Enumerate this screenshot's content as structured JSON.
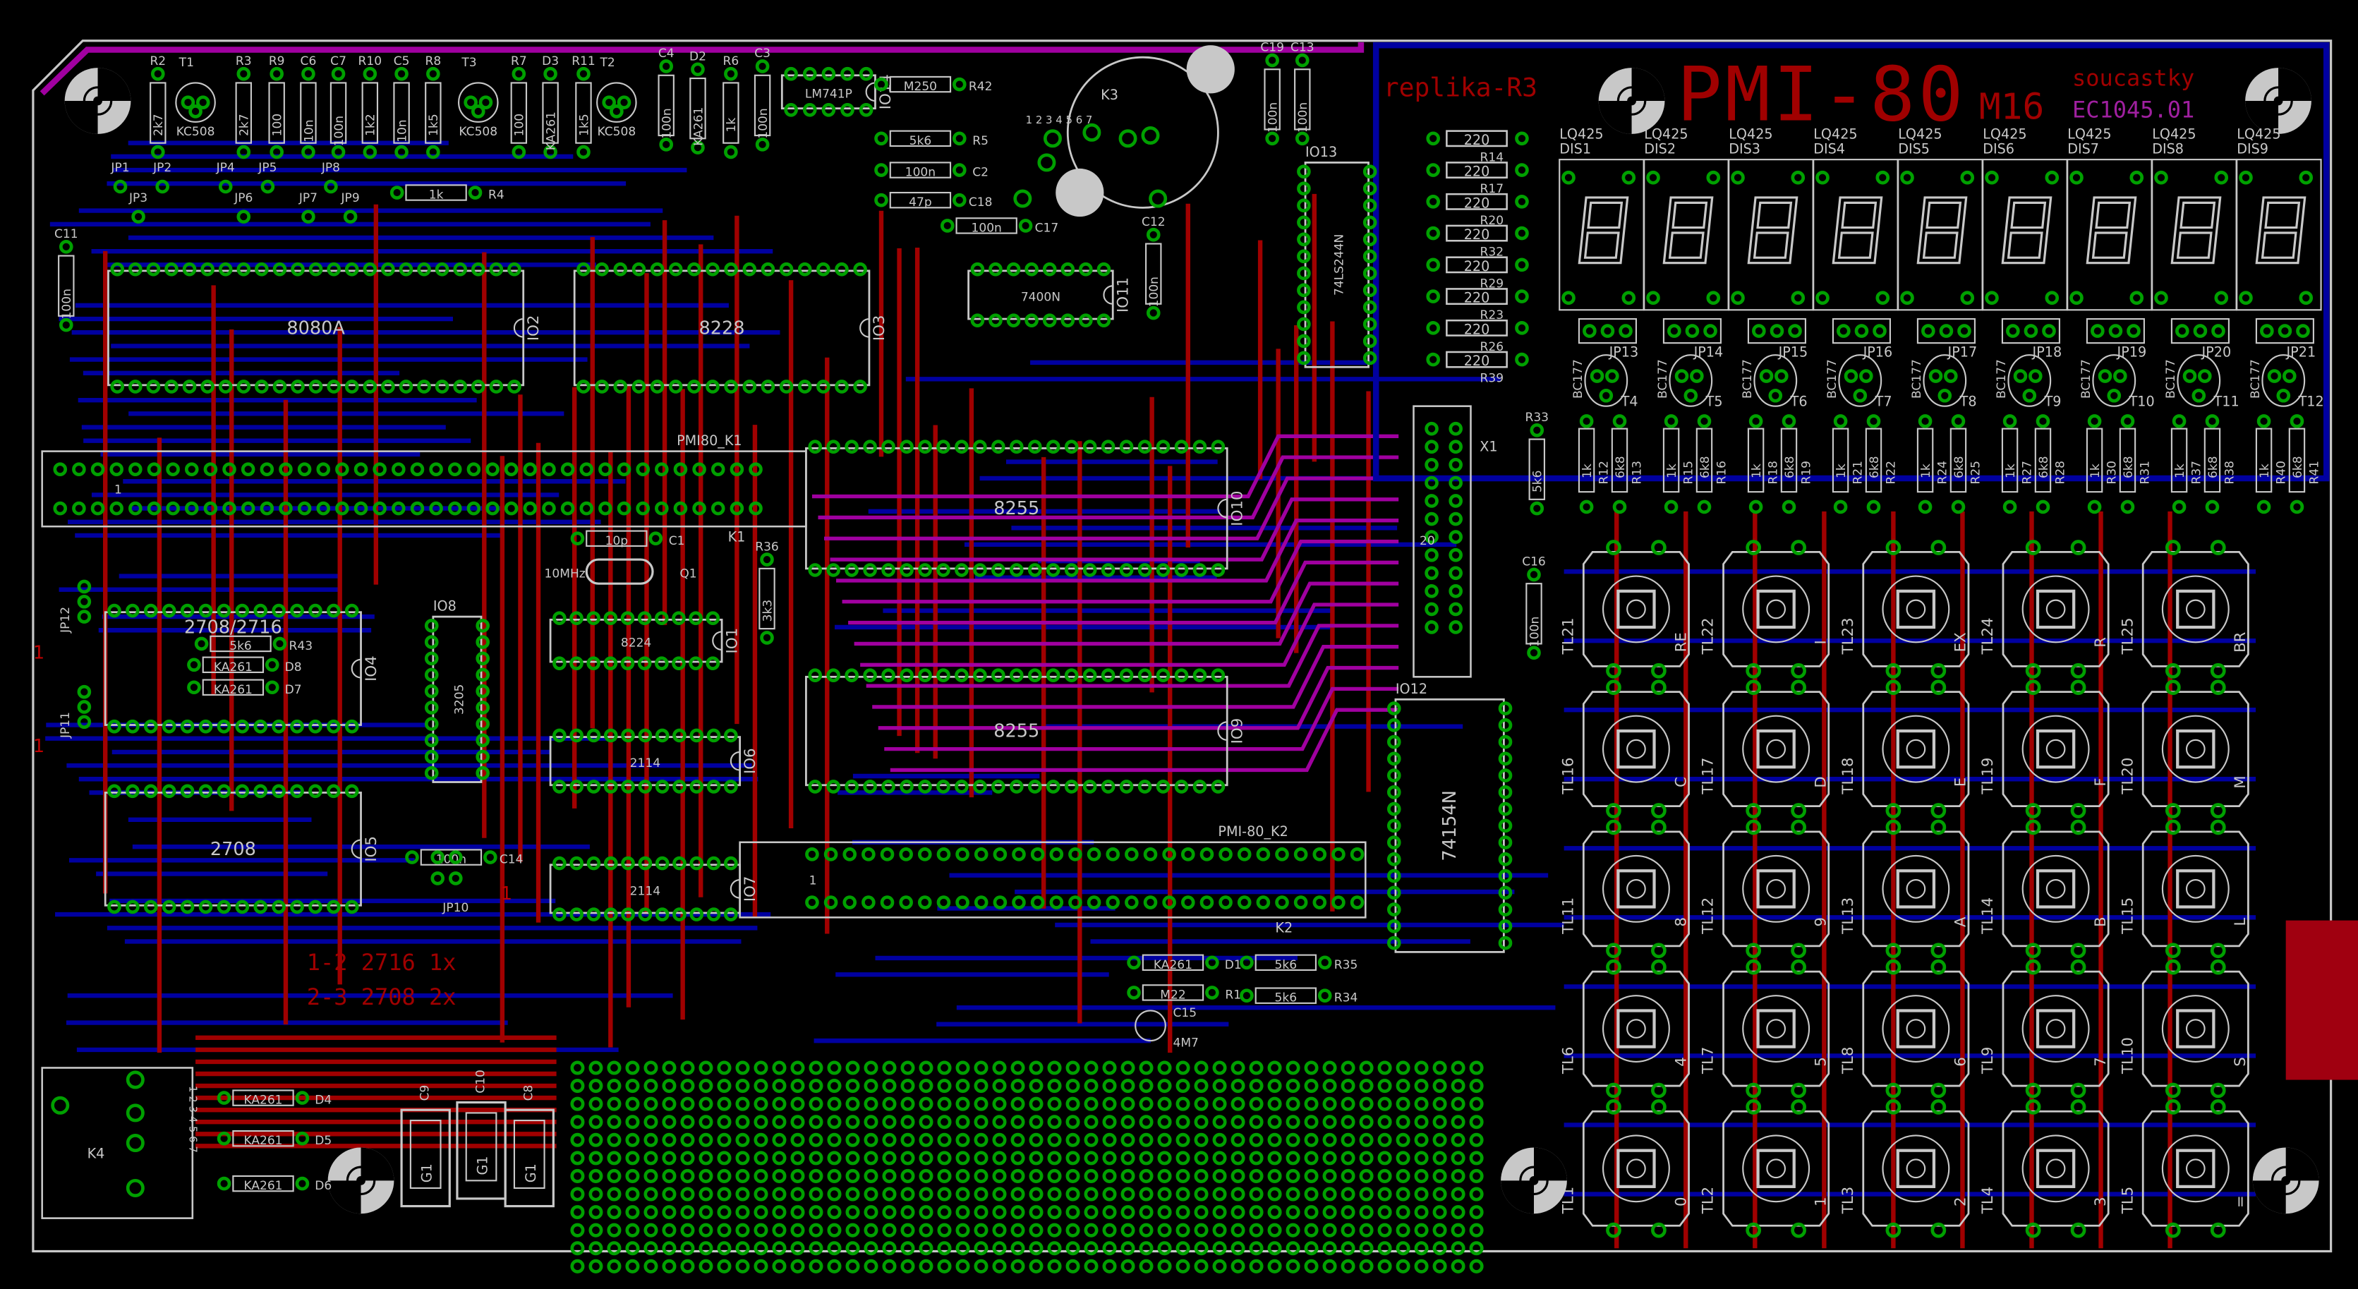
{
  "title": {
    "main": "PMI-80",
    "suffix": "M16",
    "replica": "replika-R3",
    "parts": "soucastky",
    "code": "EC1045.01"
  },
  "notes": [
    "1-2 2716 1x",
    "2-3 2708 2x"
  ],
  "colors": {
    "background": "#000000",
    "top_copper": "#a00000",
    "bottom_copper": "#0000a0",
    "via_overlap": "#a000a0",
    "pads": "#00a000",
    "silkscreen": "#c8c8c8",
    "marker": "#a00010"
  },
  "chips": [
    {
      "ref": "IO2",
      "part": "8080A"
    },
    {
      "ref": "IO3",
      "part": "8228"
    },
    {
      "ref": "IO10",
      "part": "8255"
    },
    {
      "ref": "IO9",
      "part": "8255"
    },
    {
      "ref": "IO4",
      "part": "2708/2716"
    },
    {
      "ref": "IO5",
      "part": "2708"
    },
    {
      "ref": "IO8",
      "part": "3205"
    },
    {
      "ref": "IO1",
      "part": "8224"
    },
    {
      "ref": "IO6",
      "part": "2114"
    },
    {
      "ref": "IO7",
      "part": "2114"
    },
    {
      "ref": "IO12",
      "part": "74154N"
    },
    {
      "ref": "IO13",
      "part": "74LS244N"
    },
    {
      "ref": "IO11",
      "part": "7400N"
    },
    {
      "ref": "IO14",
      "part": "LM741P"
    }
  ],
  "connectors": [
    {
      "ref": "PMI80_K1",
      "pin": "1"
    },
    {
      "ref": "PMI-80_K2",
      "pin": "1"
    },
    {
      "ref": "X1",
      "pin": "20"
    },
    {
      "ref": "K1",
      "pin": ""
    },
    {
      "ref": "K2",
      "pin": ""
    },
    {
      "ref": "K3",
      "pin": "1 2 3 4 5 6 7"
    },
    {
      "ref": "K4",
      "pin": "1 2 3 4 5 6 7"
    }
  ],
  "displays": [
    {
      "type": "LQ425",
      "ref": "DIS1"
    },
    {
      "type": "LQ425",
      "ref": "DIS2"
    },
    {
      "type": "LQ425",
      "ref": "DIS3"
    },
    {
      "type": "LQ425",
      "ref": "DIS4"
    },
    {
      "type": "LQ425",
      "ref": "DIS5"
    },
    {
      "type": "LQ425",
      "ref": "DIS6"
    },
    {
      "type": "LQ425",
      "ref": "DIS7"
    },
    {
      "type": "LQ425",
      "ref": "DIS8"
    },
    {
      "type": "LQ425",
      "ref": "DIS9"
    }
  ],
  "digit_drivers": [
    {
      "jumper": "JP13",
      "transistor": "T4",
      "type": "BC177",
      "r1": "R12",
      "r1_value": "1k",
      "r2": "R13",
      "r2_value": "6k8"
    },
    {
      "jumper": "JP14",
      "transistor": "T5",
      "type": "BC177",
      "r1": "R15",
      "r1_value": "1k",
      "r2": "R16",
      "r2_value": "6k8"
    },
    {
      "jumper": "JP15",
      "transistor": "T6",
      "type": "BC177",
      "r1": "R18",
      "r1_value": "1k",
      "r2": "R19",
      "r2_value": "6k8"
    },
    {
      "jumper": "JP16",
      "transistor": "T7",
      "type": "BC177",
      "r1": "R21",
      "r1_value": "1k",
      "r2": "R22",
      "r2_value": "6k8"
    },
    {
      "jumper": "JP17",
      "transistor": "T8",
      "type": "BC177",
      "r1": "R24",
      "r1_value": "1k",
      "r2": "R25",
      "r2_value": "6k8"
    },
    {
      "jumper": "JP18",
      "transistor": "T9",
      "type": "BC177",
      "r1": "R27",
      "r1_value": "1k",
      "r2": "R28",
      "r2_value": "6k8"
    },
    {
      "jumper": "JP19",
      "transistor": "T10",
      "type": "BC177",
      "r1": "R30",
      "r1_value": "1k",
      "r2": "R31",
      "r2_value": "6k8"
    },
    {
      "jumper": "JP20",
      "transistor": "T11",
      "type": "BC177",
      "r1": "R37",
      "r1_value": "1k",
      "r2": "R38",
      "r2_value": "6k8"
    },
    {
      "jumper": "JP21",
      "transistor": "T12",
      "type": "BC177",
      "r1": "R40",
      "r1_value": "1k",
      "r2": "R41",
      "r2_value": "6k8"
    }
  ],
  "segment_resistors": [
    {
      "ref": "R14",
      "value": "220"
    },
    {
      "ref": "R17",
      "value": "220"
    },
    {
      "ref": "R20",
      "value": "220"
    },
    {
      "ref": "R32",
      "value": "220"
    },
    {
      "ref": "R29",
      "value": "220"
    },
    {
      "ref": "R23",
      "value": "220"
    },
    {
      "ref": "R26",
      "value": "220"
    },
    {
      "ref": "R39",
      "value": "220"
    }
  ],
  "keys": [
    {
      "ref": "TL21",
      "label": "RE"
    },
    {
      "ref": "TL22",
      "label": "I"
    },
    {
      "ref": "TL23",
      "label": "EX"
    },
    {
      "ref": "TL24",
      "label": "R"
    },
    {
      "ref": "TL25",
      "label": "BR"
    },
    {
      "ref": "TL16",
      "label": "C"
    },
    {
      "ref": "TL17",
      "label": "D"
    },
    {
      "ref": "TL18",
      "label": "E"
    },
    {
      "ref": "TL19",
      "label": "F"
    },
    {
      "ref": "TL20",
      "label": "M"
    },
    {
      "ref": "TL11",
      "label": "8"
    },
    {
      "ref": "TL12",
      "label": "9"
    },
    {
      "ref": "TL13",
      "label": "A"
    },
    {
      "ref": "TL14",
      "label": "B"
    },
    {
      "ref": "TL15",
      "label": "L"
    },
    {
      "ref": "TL6",
      "label": "4"
    },
    {
      "ref": "TL7",
      "label": "5"
    },
    {
      "ref": "TL8",
      "label": "6"
    },
    {
      "ref": "TL9",
      "label": "7"
    },
    {
      "ref": "TL10",
      "label": "S"
    },
    {
      "ref": "TL1",
      "label": "0"
    },
    {
      "ref": "TL2",
      "label": "1"
    },
    {
      "ref": "TL3",
      "label": "2"
    },
    {
      "ref": "TL4",
      "label": "3"
    },
    {
      "ref": "TL5",
      "label": "="
    }
  ],
  "parts": [
    {
      "ref": "R2",
      "value": "2k7"
    },
    {
      "ref": "T1",
      "value": "KC508"
    },
    {
      "ref": "R3",
      "value": "2k7"
    },
    {
      "ref": "R9",
      "value": "100"
    },
    {
      "ref": "C6",
      "value": "10n"
    },
    {
      "ref": "C7",
      "value": "100n"
    },
    {
      "ref": "R10",
      "value": "1k2"
    },
    {
      "ref": "C5",
      "value": "10n"
    },
    {
      "ref": "R8",
      "value": "1k5"
    },
    {
      "ref": "T3",
      "value": "KC508"
    },
    {
      "ref": "R7",
      "value": "100"
    },
    {
      "ref": "D3",
      "value": "KA261"
    },
    {
      "ref": "R11",
      "value": "1k5"
    },
    {
      "ref": "T2",
      "value": "KC508"
    },
    {
      "ref": "C4",
      "value": "100n"
    },
    {
      "ref": "D2",
      "value": "KA261"
    },
    {
      "ref": "R6",
      "value": "1k"
    },
    {
      "ref": "C3",
      "value": "100n"
    },
    {
      "ref": "R4",
      "value": "1k"
    },
    {
      "ref": "C11",
      "value": "100n"
    },
    {
      "ref": "R42",
      "value": "M250"
    },
    {
      "ref": "R5",
      "value": "5k6"
    },
    {
      "ref": "C2",
      "value": "100n"
    },
    {
      "ref": "C18",
      "value": "47p"
    },
    {
      "ref": "C17",
      "value": "100n"
    },
    {
      "ref": "C12",
      "value": "100n"
    },
    {
      "ref": "C19",
      "value": "100n"
    },
    {
      "ref": "C13",
      "value": "100n"
    },
    {
      "ref": "C16",
      "value": "100n"
    },
    {
      "ref": "R36",
      "value": "3k3"
    },
    {
      "ref": "C1",
      "value": "10p"
    },
    {
      "ref": "Q1",
      "value": "10MHz"
    },
    {
      "ref": "R43",
      "value": "5k6"
    },
    {
      "ref": "D8",
      "value": "KA261"
    },
    {
      "ref": "D7",
      "value": "KA261"
    },
    {
      "ref": "C14",
      "value": "100n"
    },
    {
      "ref": "D4",
      "value": "KA261"
    },
    {
      "ref": "D5",
      "value": "KA261"
    },
    {
      "ref": "D6",
      "value": "KA261"
    },
    {
      "ref": "D1",
      "value": "KA261"
    },
    {
      "ref": "R1",
      "value": "M22"
    },
    {
      "ref": "C15",
      "value": "4M7"
    },
    {
      "ref": "R35",
      "value": "5k6"
    },
    {
      "ref": "R34",
      "value": "5k6"
    },
    {
      "ref": "R33",
      "value": "5k6"
    },
    {
      "ref": "C9",
      "value": "G1"
    },
    {
      "ref": "C10",
      "value": "G1"
    },
    {
      "ref": "C8",
      "value": "G1"
    }
  ],
  "jumpers": [
    "JP1",
    "JP2",
    "JP3",
    "JP4",
    "JP5",
    "JP6",
    "JP7",
    "JP8",
    "JP9",
    "JP11",
    "JP12",
    "JP10"
  ],
  "jumper_marks": [
    "1",
    "1",
    "1"
  ]
}
